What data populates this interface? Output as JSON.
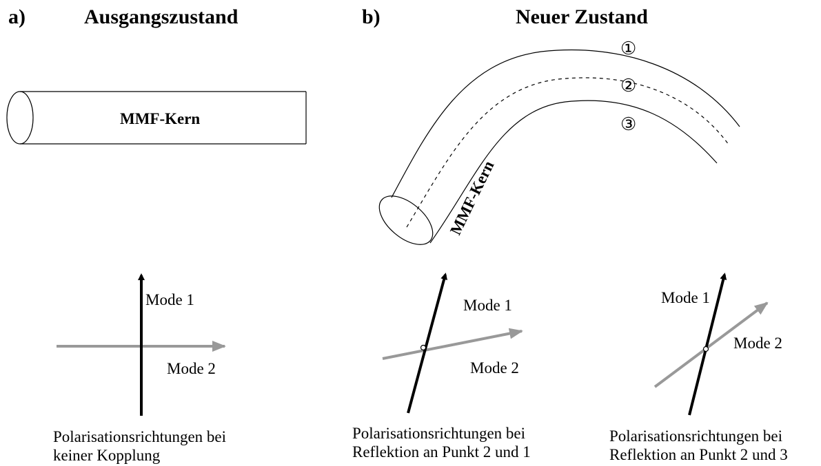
{
  "panel_a": {
    "letter": "a)",
    "title": "Ausgangszustand",
    "fiber_label": "MMF-Kern",
    "mode1_label": "Mode 1",
    "mode2_label": "Mode 2",
    "caption_line1": "Polarisationsrichtungen bei",
    "caption_line2": "keiner Kopplung"
  },
  "panel_b": {
    "letter": "b)",
    "title": "Neuer Zustand",
    "fiber_label": "MMF-Kern",
    "marker_1": "①",
    "marker_2": "②",
    "marker_3": "③",
    "left": {
      "mode1_label": "Mode 1",
      "mode2_label": "Mode 2",
      "caption_line1": "Polarisationsrichtungen bei",
      "caption_line2": "Reflektion an Punkt 2 und 1"
    },
    "right": {
      "mode1_label": "Mode 1",
      "mode2_label": "Mode 2",
      "caption_line1": "Polarisationsrichtungen bei",
      "caption_line2": "Reflektion an Punkt 2 und 3"
    }
  },
  "colors": {
    "mode1_arrow": "#000000",
    "mode2_arrow": "#999999",
    "outline": "#000000"
  }
}
